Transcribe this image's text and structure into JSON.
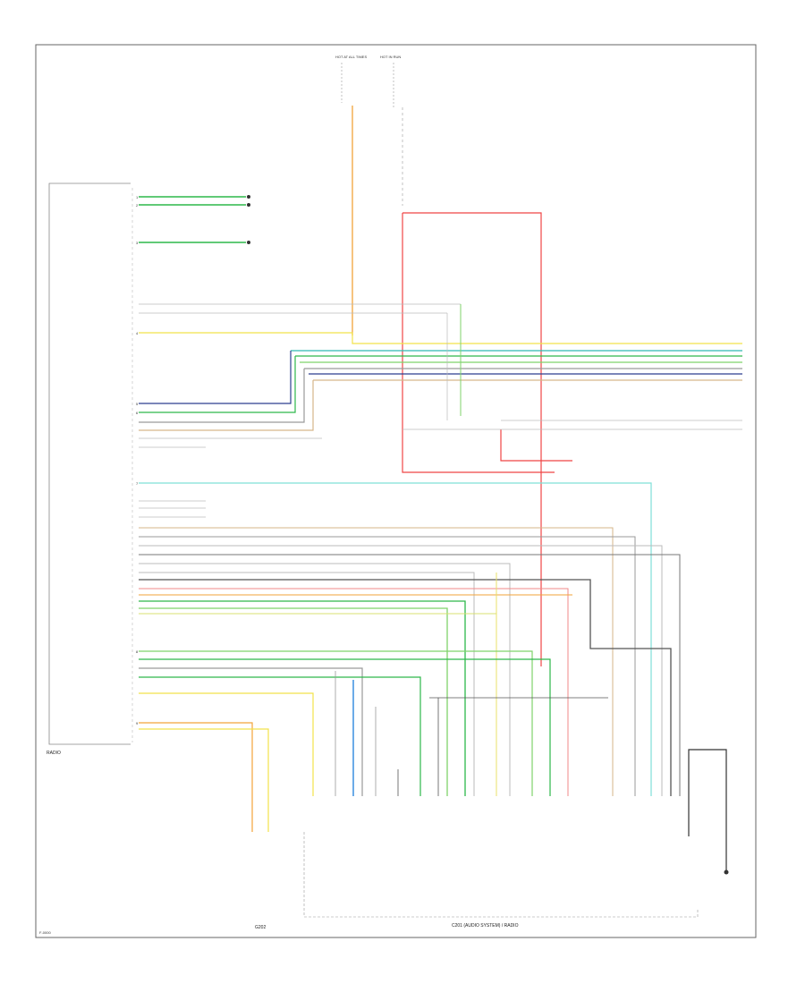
{
  "diagram": {
    "frame_code": "F-0000",
    "bottom_connector_caption": "C201 (AUDIO SYSTEM) / RADIO",
    "ground_caption": "G202",
    "left_block_label": "RADIO",
    "sources": [
      {
        "text": "HOT AT ALL TIMES",
        "id": "source-left"
      },
      {
        "text": "HOT IN RUN",
        "id": "source-right"
      }
    ],
    "wire_colors": {
      "green": "#2db84a",
      "lightgreen": "#7fd36b",
      "orange": "#f2a33a",
      "red": "#ef4545",
      "yellow": "#f2e24a",
      "blue": "#3b8fe0",
      "teal": "#2fb9b0",
      "navy": "#2c3f8f",
      "purple": "#7b58c7",
      "tan": "#d6b68a",
      "gray": "#9a9a9a",
      "black": "#222222",
      "pink": "#f08a8a",
      "brown": "#9a6b3a",
      "violet": "#b27bd6"
    }
  }
}
